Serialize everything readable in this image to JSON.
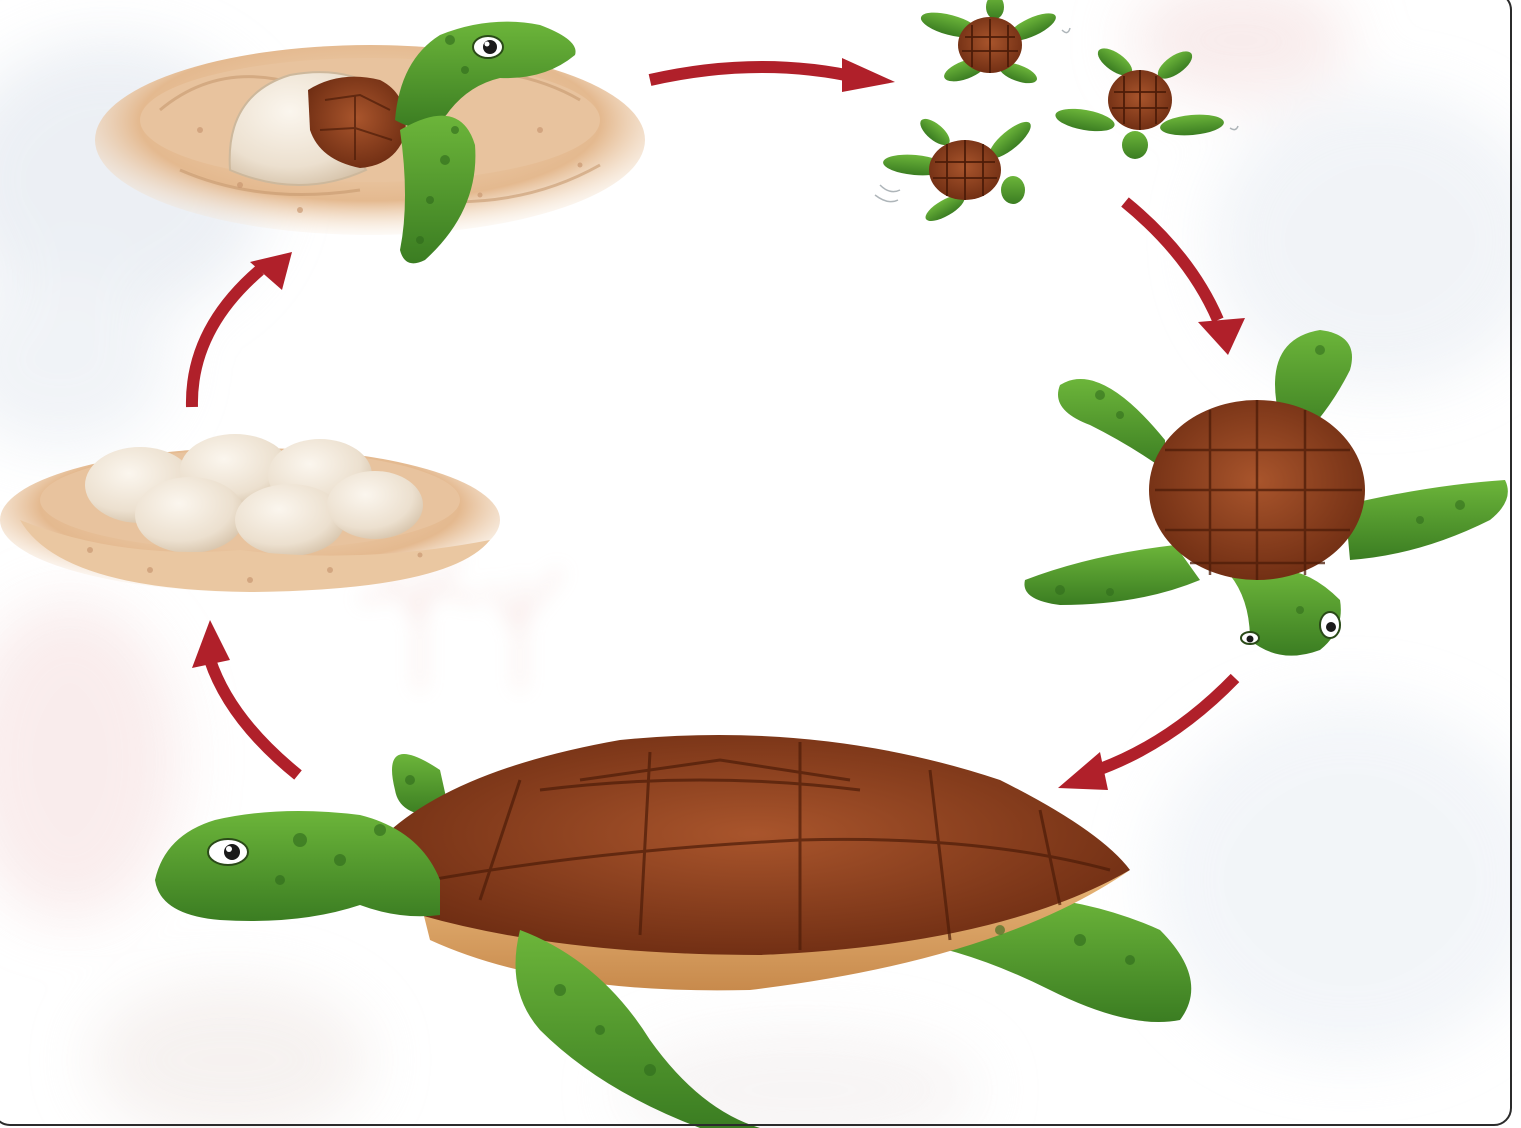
{
  "diagram": {
    "type": "life-cycle",
    "subject": "sea turtle",
    "stages": [
      {
        "id": "eggs",
        "label": ""
      },
      {
        "id": "hatching",
        "label": ""
      },
      {
        "id": "hatchlings",
        "label": ""
      },
      {
        "id": "juvenile",
        "label": ""
      },
      {
        "id": "adult",
        "label": ""
      }
    ],
    "flow": [
      "eggs",
      "hatching",
      "hatchlings",
      "juvenile",
      "adult",
      "eggs"
    ],
    "arrow_color": "#b0202a"
  },
  "colors": {
    "shell": "#7a3418",
    "shell_light": "#a5532c",
    "skin": "#4f9a2c",
    "skin_dark": "#2f6a1c",
    "sand": "#e9c8a2",
    "egg": "#f1e6d6",
    "frame": "#2b2b2b",
    "watercolor_blue": "#dfe6f0",
    "watercolor_red": "#f4d6d6"
  }
}
